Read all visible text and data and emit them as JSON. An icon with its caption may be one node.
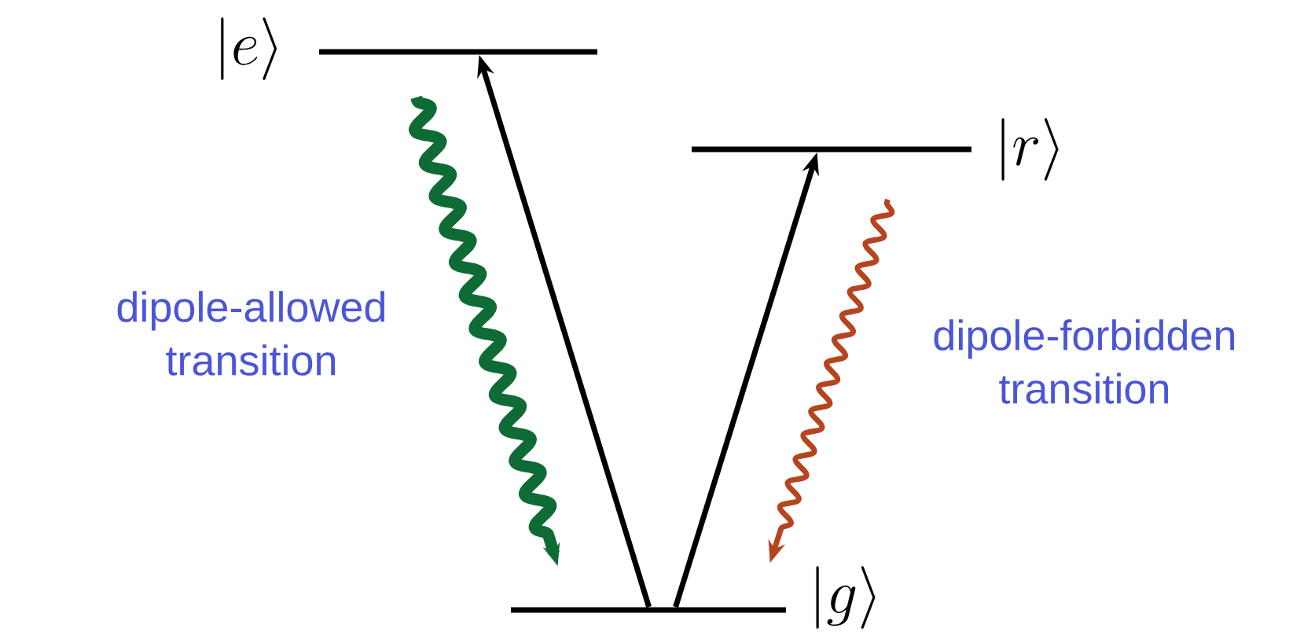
{
  "diagram": {
    "nodes": [
      {
        "text": [
          "|e\\rangle"
        ]
      },
      {
        "text": [
          "|r\\rangle"
        ]
      },
      {
        "text": [
          "|g\\rangle"
        ]
      }
    ],
    "edges": [
      {
        "from": 2,
        "to": 0,
        "arrow": "to"
      },
      {
        "from": 2,
        "to": 1,
        "arrow": "to"
      },
      {
        "from": 0,
        "to": 2,
        "arrow": "to",
        "label": "dipole-allowed transition",
        "style": "thick",
        "color": "#0f6b35"
      },
      {
        "from": 1,
        "to": 2,
        "arrow": "to",
        "label": "dipole-forbidden transition",
        "color": "#b5441f"
      }
    ]
  }
}
